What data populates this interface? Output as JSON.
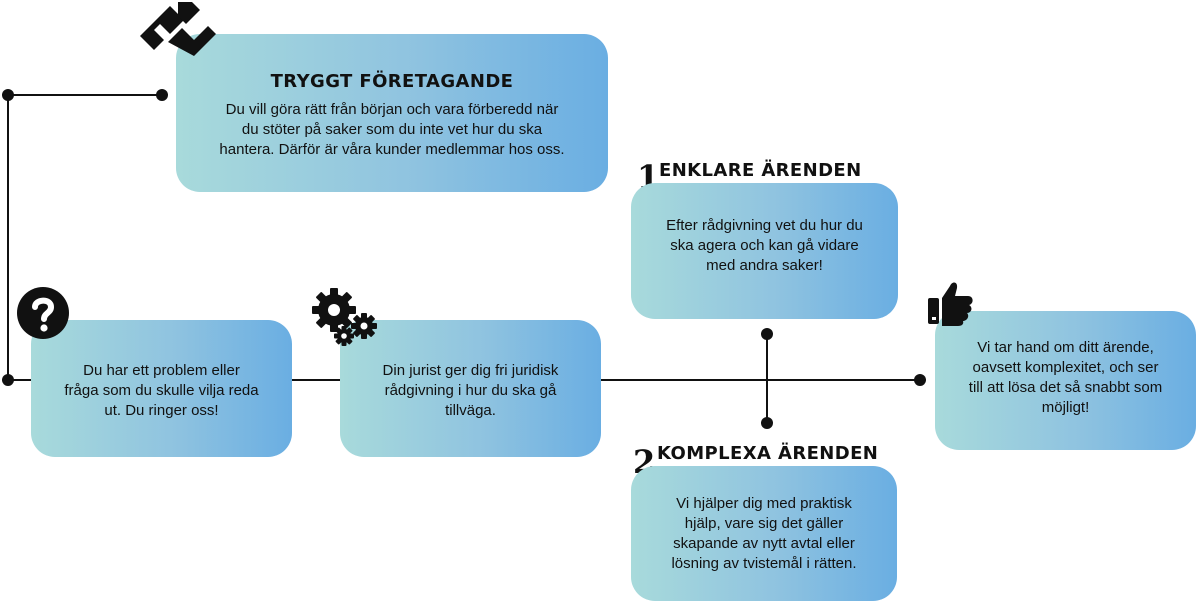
{
  "colors": {
    "box_left": "#a8dadb",
    "box_right": "#6aaee2",
    "line": "#111111"
  },
  "top_card": {
    "heading": "TRYGGT FÖRETAGANDE",
    "lines": [
      "Du vill göra rätt från början och vara förberedd när",
      "du stöter på saker som du inte vet hur du ska",
      "hantera. Därför är våra kunder medlemmar hos oss."
    ],
    "icon": "logo-icon"
  },
  "problem_card": {
    "lines": [
      "Du har ett problem eller",
      "fråga som du skulle vilja reda",
      "ut. Du ringer oss!"
    ],
    "icon": "question-icon"
  },
  "advice_card": {
    "lines": [
      "Din jurist ger dig fri juridisk",
      "rådgivning i hur du ska gå",
      "tillväga."
    ],
    "icon": "gears-icon"
  },
  "simple_card": {
    "number": "1",
    "heading": "ENKLARE ÄRENDEN",
    "lines": [
      "Efter rådgivning vet du hur du",
      "ska agera och kan gå vidare",
      "med andra saker!"
    ]
  },
  "complex_card": {
    "number": "2",
    "heading": "KOMPLEXA ÄRENDEN",
    "lines": [
      "Vi hjälper dig med praktisk",
      "hjälp, vare sig det gäller",
      "skapande av nytt avtal eller",
      "lösning av tvistemål i rätten."
    ]
  },
  "result_card": {
    "lines": [
      "Vi tar hand om ditt ärende,",
      "oavsett komplexitet, och ser",
      "till att lösa det så snabbt som",
      "möjligt!"
    ],
    "icon": "thumbs-up-icon"
  }
}
